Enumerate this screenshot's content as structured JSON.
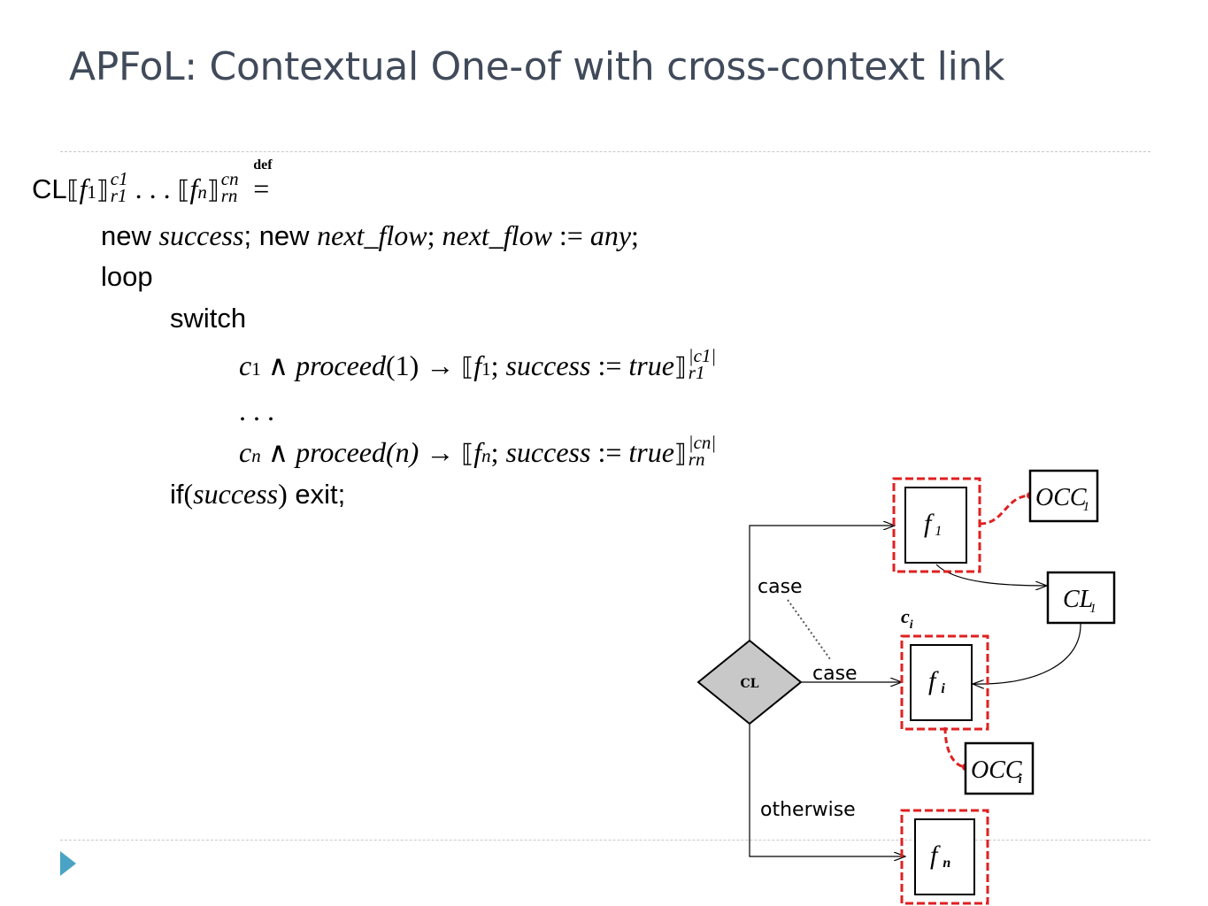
{
  "slide": {
    "title": "APFoL: Contextual One-of  with cross-context link"
  },
  "code": {
    "line1": {
      "cl": "CL",
      "f1": "f",
      "f1_sub": "1",
      "c1_sup": "c1",
      "r1_sub": "r1",
      "dots": " . . . ",
      "fn": "f",
      "fn_sub": "n",
      "cn_sup": "cn",
      "rn_sub": "rn",
      "def": "def",
      "eq": "="
    },
    "line2": {
      "new1": "new ",
      "success": "success",
      "semi1": "; ",
      "new2": "new ",
      "next_flow": "next_flow",
      "semi2": "; ",
      "next_flow2": "next_flow",
      "assign": " := ",
      "any": "any",
      "semi3": ";"
    },
    "line3": {
      "loop": "loop"
    },
    "line4": {
      "switch": "switch"
    },
    "line5": {
      "c": "c",
      "c_sub": "1",
      "and": " ∧ ",
      "proceed": "proceed",
      "arg": "(1)",
      "arrow": " → ",
      "lb": "⟦",
      "f": "f",
      "f_sub": "1",
      "semi": "; ",
      "success": "success",
      "assign": " := ",
      "true": "true",
      "rb": "⟧",
      "sup": "|c1|",
      "sub": "r1"
    },
    "line6": {
      "dots": ". . ."
    },
    "line7": {
      "c": "c",
      "c_sub": "n",
      "and": " ∧ ",
      "proceed": "proceed",
      "arg": "(n)",
      "arrow": " → ",
      "lb": "⟦",
      "f": "f",
      "f_sub": "n",
      "semi": "; ",
      "success": "success",
      "assign": " := ",
      "true": "true",
      "rb": "⟧",
      "sup": "|cn|",
      "sub": "rn"
    },
    "line8": {
      "if": "if",
      "open": "(",
      "success": "success",
      "close": ")",
      "exit": " exit;"
    }
  },
  "diagram": {
    "decision_label": "CL",
    "edge_labels": {
      "case_top": "case",
      "case_mid": "case",
      "otherwise": "otherwise"
    },
    "context_label": {
      "c": "c",
      "sub": "i"
    },
    "boxes": {
      "f1": {
        "main": "f",
        "sub": "1"
      },
      "fi": {
        "main": "f",
        "sub": "i"
      },
      "fn": {
        "main": "f",
        "sub": "n"
      },
      "occ1": {
        "main": "OCC",
        "sub": "1"
      },
      "occi": {
        "main": "OCC",
        "sub": "i"
      },
      "cl1": {
        "main": "CL",
        "sub": "1"
      }
    },
    "colors": {
      "link": "#e02020",
      "diamond_fill": "#c8c8c8",
      "title": "#404a5a",
      "bullet": "#4aa3c4"
    }
  }
}
